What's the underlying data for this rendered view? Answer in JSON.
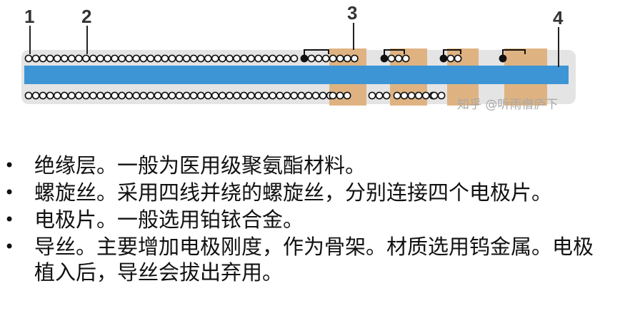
{
  "diagram": {
    "callouts": [
      "1",
      "2",
      "3",
      "4"
    ],
    "watermark": "知乎 @听雨僧庐下",
    "colors": {
      "core": "#3d95d6",
      "electrode": "#dfb381",
      "insulation": "#e4e4e4",
      "coil": "#111111"
    }
  },
  "notes": [
    "绝缘层。一般为医用级聚氨酯材料。",
    "螺旋丝。采用四线并绕的螺旋丝，分别连接四个电极片。",
    "电极片。一般选用铂铱合金。",
    "导丝。主要增加电极刚度，作为骨架。材质选用钨金属。电极植入后，导丝会拔出弃用。"
  ]
}
